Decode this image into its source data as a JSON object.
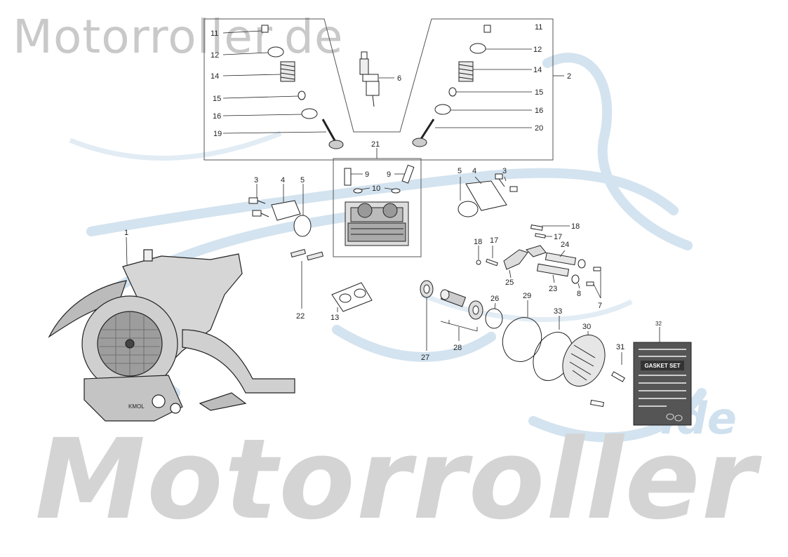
{
  "watermark": {
    "site": "Motorroller.de",
    "brand": "Motorroller",
    "tld": ".de",
    "logo_color": "#c8dcec"
  },
  "gasket_set_text": "GASKET SET",
  "engine_badge": "KMOL",
  "callouts": {
    "c1": "1",
    "c2": "2",
    "c3a": "3",
    "c3b": "3",
    "c4a": "4",
    "c4b": "4",
    "c5a": "5",
    "c5b": "5",
    "c6": "6",
    "c7": "7",
    "c8": "8",
    "c9a": "9",
    "c9b": "9",
    "c10": "10",
    "c11a": "11",
    "c11b": "11",
    "c12a": "12",
    "c12b": "12",
    "c13": "13",
    "c14a": "14",
    "c14b": "14",
    "c15a": "15",
    "c15b": "15",
    "c16a": "16",
    "c16b": "16",
    "c17a": "17",
    "c17b": "17",
    "c18a": "18",
    "c18b": "18",
    "c19": "19",
    "c20": "20",
    "c21": "21",
    "c22": "22",
    "c23": "23",
    "c24": "24",
    "c25": "25",
    "c26": "26",
    "c27": "27",
    "c28": "28",
    "c29": "29",
    "c30": "30",
    "c31": "31",
    "c32": "32",
    "c33": "33"
  }
}
